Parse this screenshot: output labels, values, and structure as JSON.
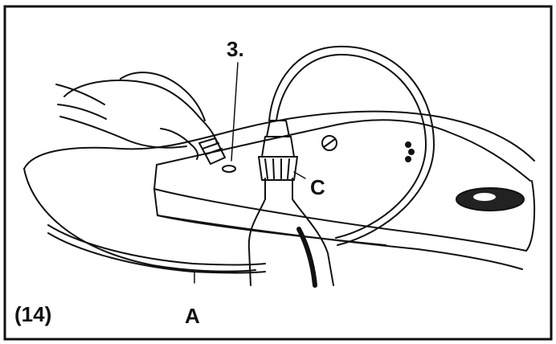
{
  "figure": {
    "step_label": "(14)",
    "callouts": {
      "a": "A",
      "c": "C",
      "step3": "3."
    }
  },
  "colors": {
    "ink": "#111111",
    "paper": "#ffffff",
    "shade": "#222222"
  }
}
